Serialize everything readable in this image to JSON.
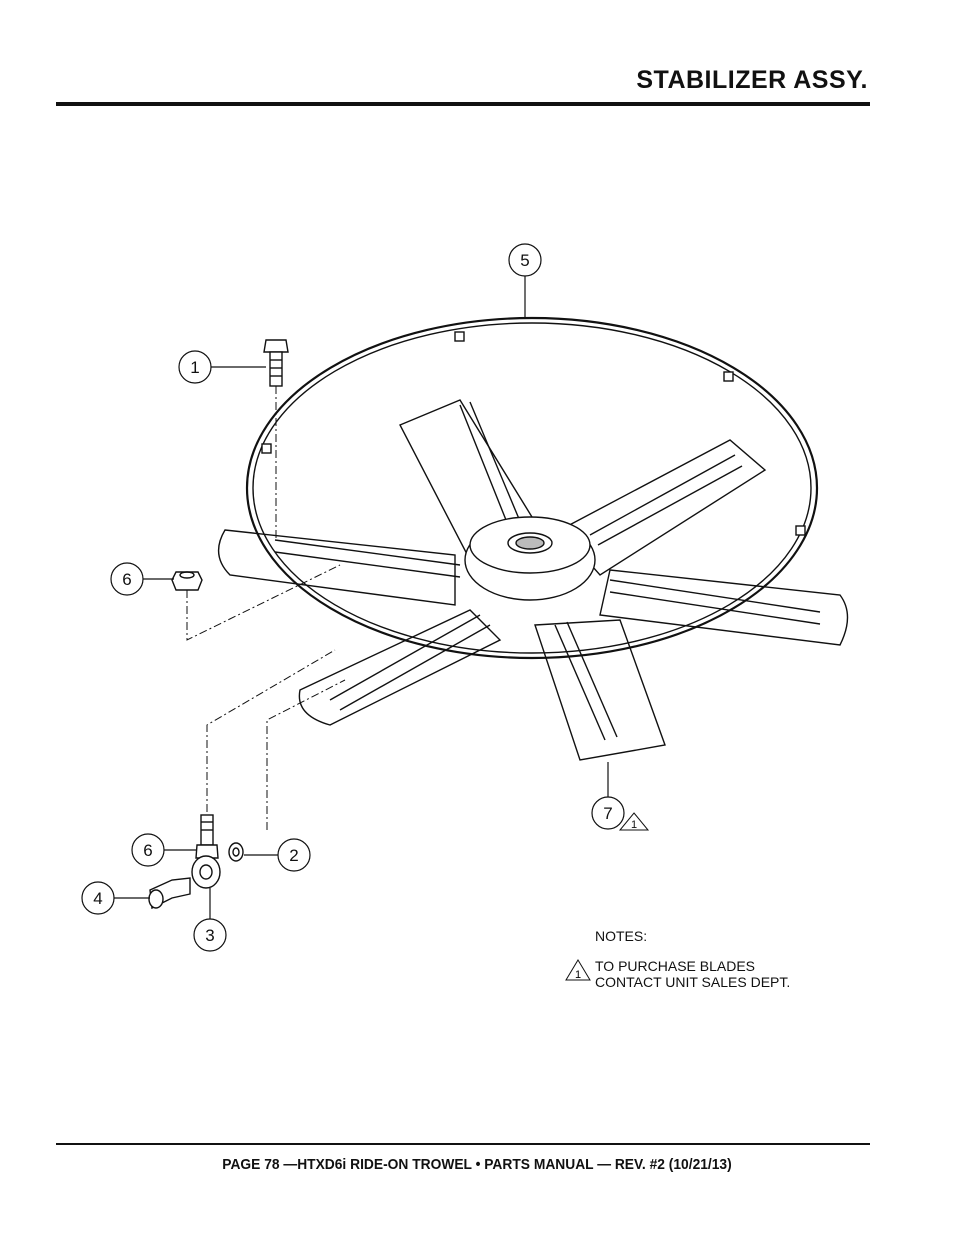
{
  "header": {
    "title": "STABILIZER ASSY."
  },
  "callouts": {
    "c1": "1",
    "c2": "2",
    "c3": "3",
    "c4": "4",
    "c5": "5",
    "c6a": "6",
    "c6b": "6",
    "c7": "7",
    "c7_note_ref": "1"
  },
  "notes": {
    "heading": "NOTES:",
    "note_ref": "1",
    "line1": "TO PURCHASE BLADES",
    "line2": "CONTACT UNIT SALES DEPT."
  },
  "footer": {
    "text": "PAGE 78 —HTXD6i RIDE-ON TROWEL • PARTS MANUAL — REV. #2 (10/21/13)"
  }
}
